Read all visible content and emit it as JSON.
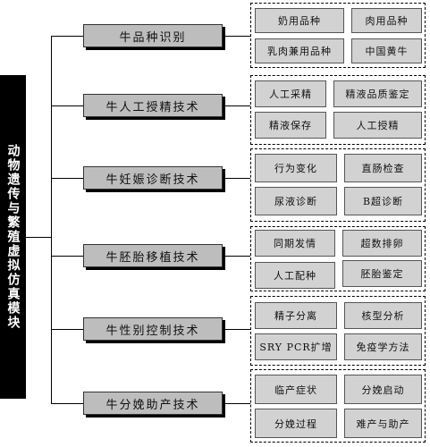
{
  "root": {
    "label": "动物遗传与繁殖虚拟仿真模块"
  },
  "categories": [
    {
      "label": "牛品种识别",
      "items": [
        "奶用品种",
        "肉用品种",
        "乳肉兼用品种",
        "中国黄牛"
      ]
    },
    {
      "label": "牛人工授精技术",
      "items": [
        "人工采精",
        "精液品质鉴定",
        "精液保存",
        "人工授精"
      ]
    },
    {
      "label": "牛妊娠诊断技术",
      "items": [
        "行为变化",
        "直肠检查",
        "尿液诊断",
        "B超诊断"
      ]
    },
    {
      "label": "牛胚胎移植技术",
      "items": [
        "同期发情",
        "超数排卵",
        "人工配种",
        "胚胎鉴定"
      ]
    },
    {
      "label": "牛性别控制技术",
      "items": [
        "精子分离",
        "核型分析",
        "SRY PCR扩增",
        "免疫学方法"
      ]
    },
    {
      "label": "牛分娩助产技术",
      "items": [
        "临产症状",
        "分娩启动",
        "分娩过程",
        "难产与助产"
      ]
    }
  ]
}
